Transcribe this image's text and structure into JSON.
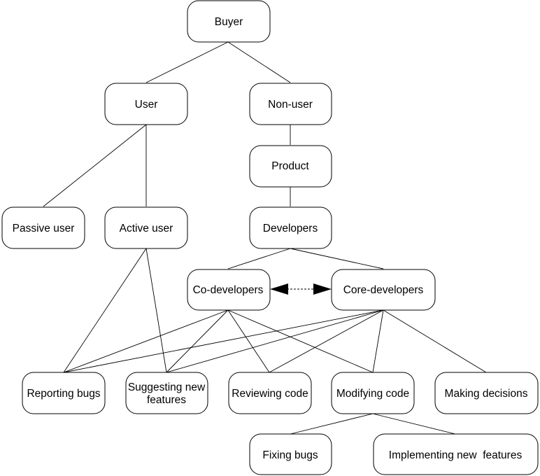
{
  "nodes": {
    "buyer": "Buyer",
    "user": "User",
    "non_user": "Non-user",
    "product": "Product",
    "passive_user": "Passive user",
    "active_user": "Active user",
    "developers": "Developers",
    "co_developers": "Co-developers",
    "core_developers": "Core-developers",
    "reporting_bugs": "Reporting bugs",
    "suggesting_features_line1": "Suggesting new",
    "suggesting_features_line2": "features",
    "reviewing_code": "Reviewing code",
    "modifying_code": "Modifying code",
    "making_decisions": "Making decisions",
    "fixing_bugs": "Fixing bugs",
    "implementing_features": "Implementing new  features"
  },
  "edges": [
    [
      "buyer",
      "user"
    ],
    [
      "buyer",
      "non_user"
    ],
    [
      "user",
      "passive_user"
    ],
    [
      "user",
      "active_user"
    ],
    [
      "non_user",
      "product"
    ],
    [
      "product",
      "developers"
    ],
    [
      "developers",
      "co_developers"
    ],
    [
      "developers",
      "core_developers"
    ],
    [
      "active_user",
      "reporting_bugs"
    ],
    [
      "active_user",
      "suggesting_features"
    ],
    [
      "co_developers",
      "reporting_bugs"
    ],
    [
      "co_developers",
      "suggesting_features"
    ],
    [
      "co_developers",
      "reviewing_code"
    ],
    [
      "co_developers",
      "modifying_code"
    ],
    [
      "core_developers",
      "reporting_bugs"
    ],
    [
      "core_developers",
      "suggesting_features"
    ],
    [
      "core_developers",
      "reviewing_code"
    ],
    [
      "core_developers",
      "modifying_code"
    ],
    [
      "core_developers",
      "making_decisions"
    ],
    [
      "modifying_code",
      "fixing_bugs"
    ],
    [
      "modifying_code",
      "implementing_features"
    ]
  ],
  "bidirectional_links": [
    [
      "co_developers",
      "core_developers"
    ]
  ]
}
